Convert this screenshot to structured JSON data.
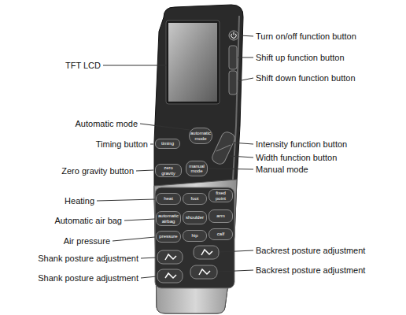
{
  "diagram": {
    "nodes": [
      {
        "text": [
          "automatic mode"
        ]
      },
      {
        "text": [
          "timing"
        ]
      },
      {
        "text": [
          "zero gravity"
        ]
      },
      {
        "text": [
          "manual mode"
        ]
      },
      {
        "text": [
          "heat"
        ]
      },
      {
        "text": [
          "foot"
        ]
      },
      {
        "text": [
          "fixed point"
        ]
      },
      {
        "text": [
          "automatic airbag"
        ]
      },
      {
        "text": [
          "shoulder"
        ]
      },
      {
        "text": [
          "arm"
        ]
      },
      {
        "text": [
          "pressure"
        ]
      },
      {
        "text": [
          "hip"
        ]
      },
      {
        "text": [
          "calf"
        ]
      }
    ],
    "labels": [
      "TFT LCD",
      "Turn on/off function button",
      "Shift up function button",
      "Shift down function button",
      "Automatic mode",
      "Timing button",
      "Intensity function button",
      "Width function button",
      "Zero gravity button",
      "Manual mode",
      "Heating",
      "Automatic air bag",
      "Air pressure",
      "Shank posture adjustment",
      "Backrest posture adjustment",
      "Shank posture adjustment",
      "Backrest posture adjustment"
    ]
  }
}
